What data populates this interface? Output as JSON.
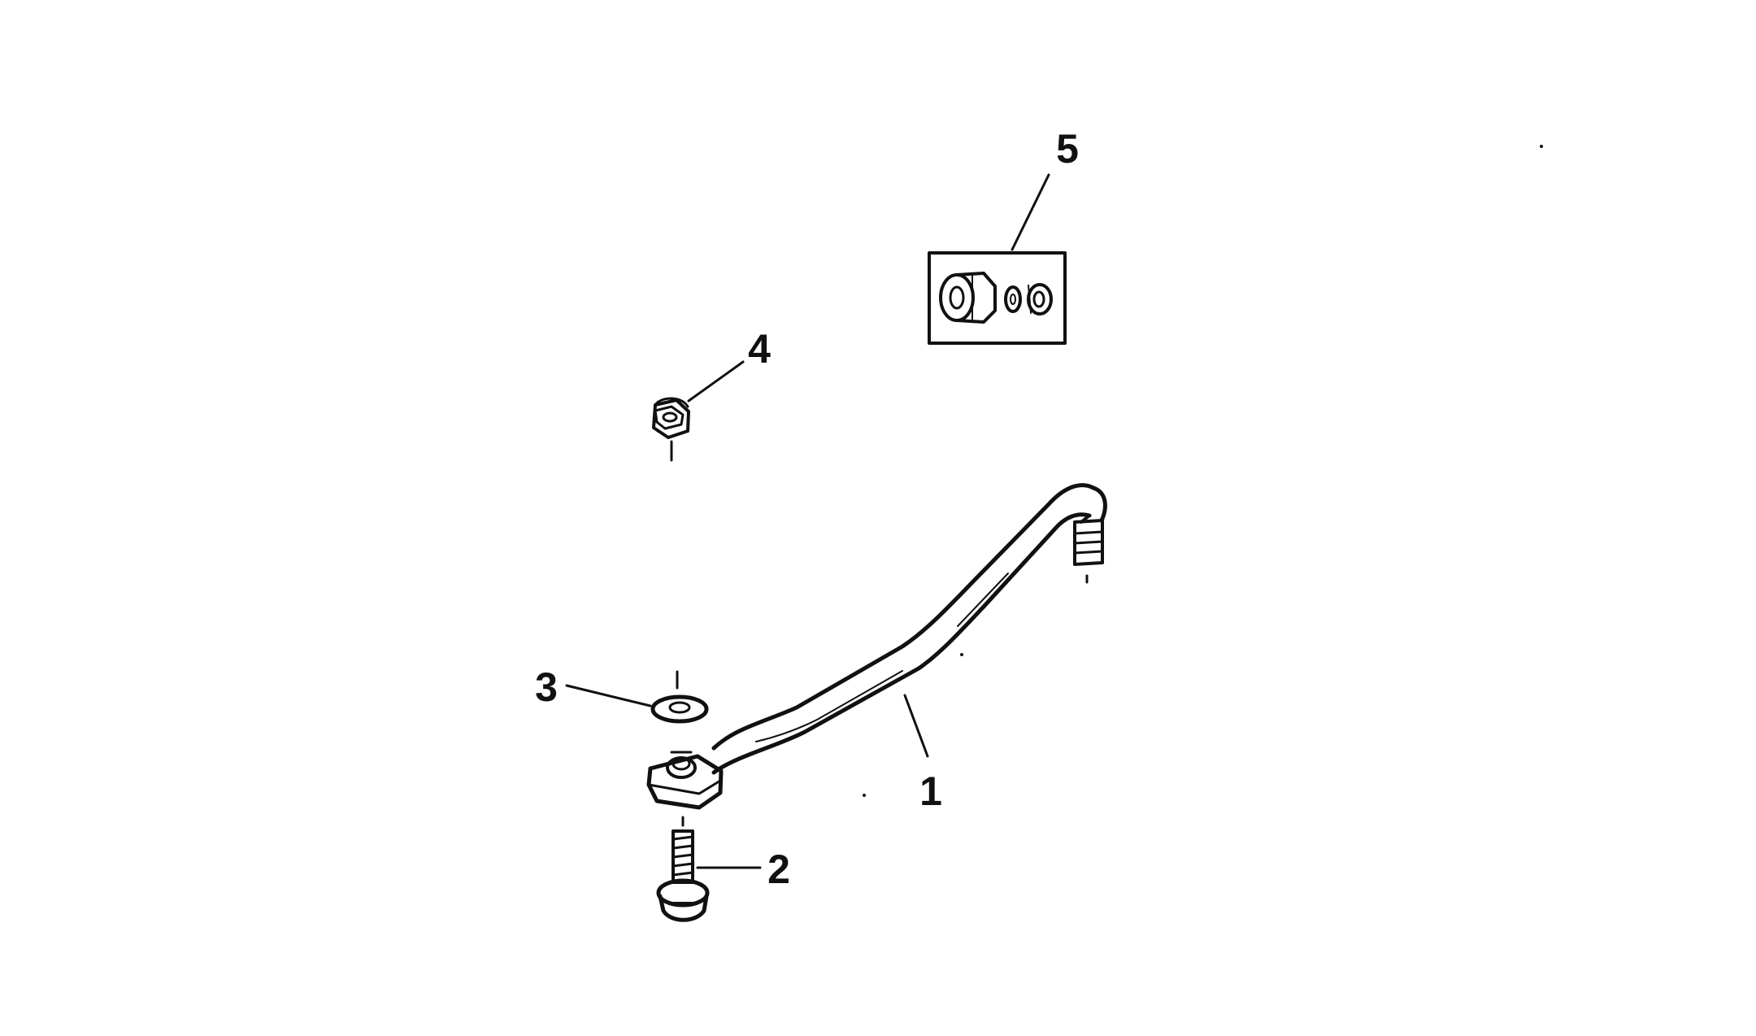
{
  "diagram": {
    "callouts": [
      {
        "id": "1",
        "label": "1"
      },
      {
        "id": "2",
        "label": "2"
      },
      {
        "id": "3",
        "label": "3"
      },
      {
        "id": "4",
        "label": "4"
      },
      {
        "id": "5",
        "label": "5"
      }
    ],
    "colors": {
      "ink": "#111111",
      "background": "#ffffff"
    }
  }
}
